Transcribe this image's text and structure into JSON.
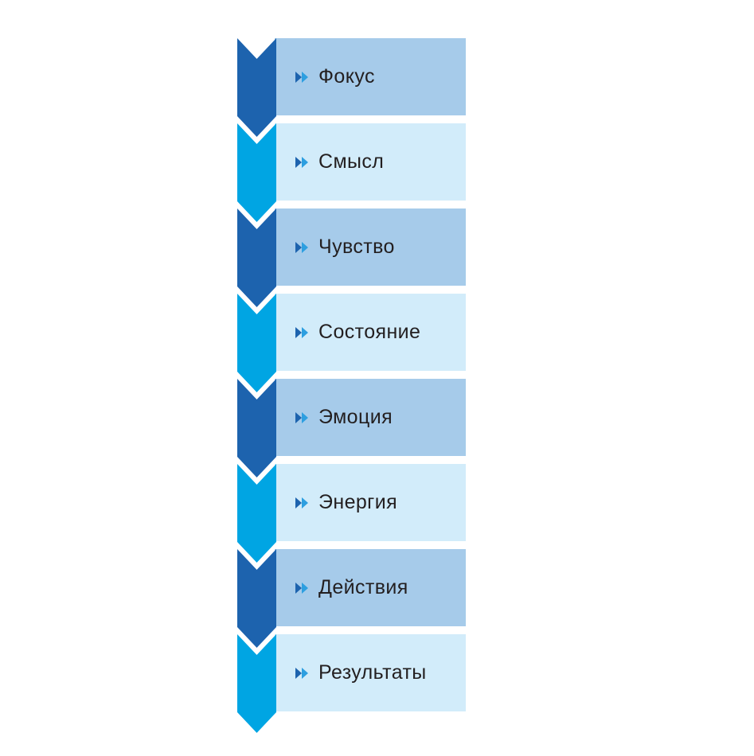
{
  "diagram": {
    "type": "chevron-process-flow",
    "orientation": "vertical",
    "stage_count": 8,
    "background_color": "#FFFFFF",
    "bullet_icon_name": "double-chevron-right-icon",
    "palette": {
      "arrow_dark_blue": "#1D63AE",
      "arrow_cyan": "#00A5E3",
      "panel_medium_blue": "#A6CBEA",
      "panel_light_cyan": "#D2ECFA",
      "label_text": "#231F20",
      "bullet_dark": "#1D63AE",
      "bullet_light": "#2D9FE0"
    },
    "stages": [
      {
        "index": 1,
        "label": "Фокус",
        "arrow_color": "#1D63AE",
        "panel_color": "#A6CBEA",
        "bullet": "double-chevron-right-icon"
      },
      {
        "index": 2,
        "label": "Смысл",
        "arrow_color": "#00A5E3",
        "panel_color": "#D2ECFA",
        "bullet": "double-chevron-right-icon"
      },
      {
        "index": 3,
        "label": "Чувство",
        "arrow_color": "#1D63AE",
        "panel_color": "#A6CBEA",
        "bullet": "double-chevron-right-icon"
      },
      {
        "index": 4,
        "label": "Состояние",
        "arrow_color": "#00A5E3",
        "panel_color": "#D2ECFA",
        "bullet": "double-chevron-right-icon"
      },
      {
        "index": 5,
        "label": "Эмоция",
        "arrow_color": "#1D63AE",
        "panel_color": "#A6CBEA",
        "bullet": "double-chevron-right-icon"
      },
      {
        "index": 6,
        "label": "Энергия",
        "arrow_color": "#00A5E3",
        "panel_color": "#D2ECFA",
        "bullet": "double-chevron-right-icon"
      },
      {
        "index": 7,
        "label": "Действия",
        "arrow_color": "#1D63AE",
        "panel_color": "#A6CBEA",
        "bullet": "double-chevron-right-icon"
      },
      {
        "index": 8,
        "label": "Результаты",
        "arrow_color": "#00A5E3",
        "panel_color": "#D2ECFA",
        "bullet": "double-chevron-right-icon"
      }
    ]
  }
}
